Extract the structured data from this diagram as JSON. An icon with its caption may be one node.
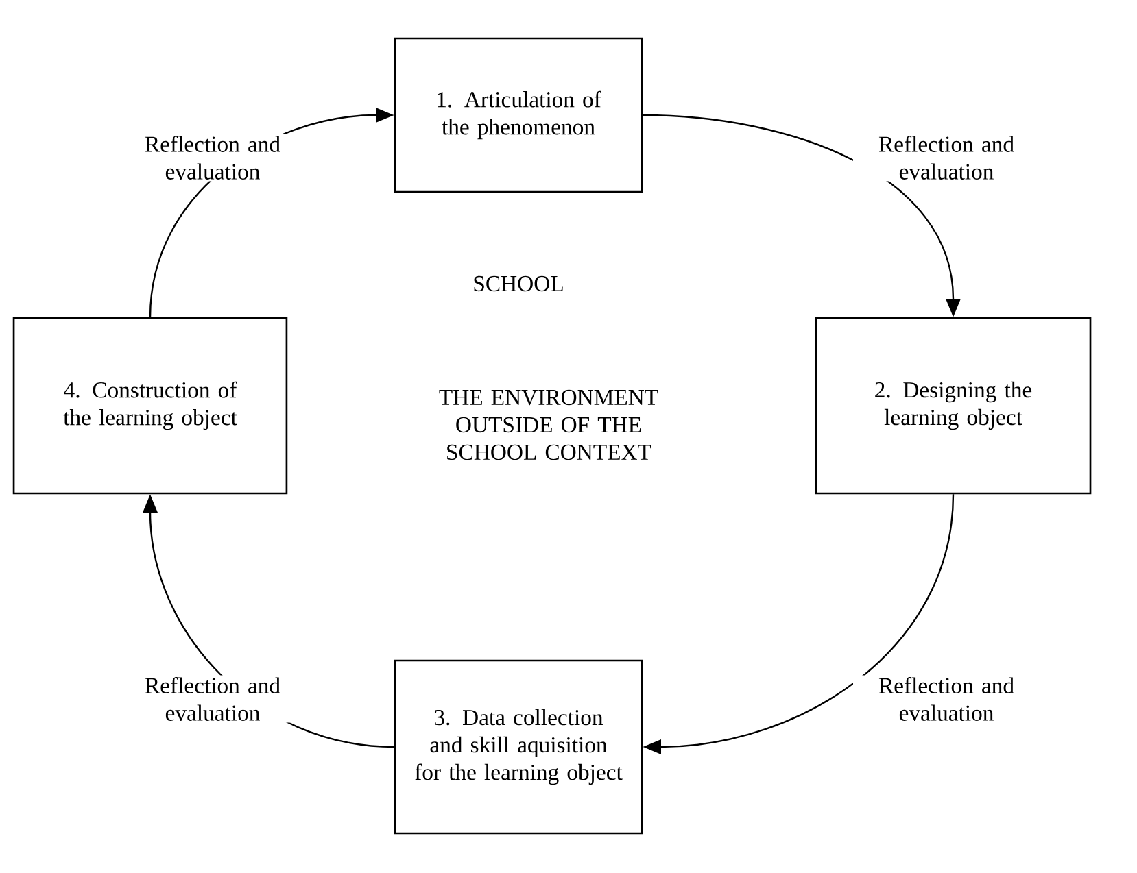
{
  "diagram": {
    "nodes": [
      {
        "text": [
          "1. Articulation of the phenomenon"
        ]
      },
      {
        "text": [
          "2. Designing the learning object"
        ]
      },
      {
        "text": [
          "3. Data collection and skill aquisition for the learning object"
        ]
      },
      {
        "text": [
          "4. Construction of the learning object"
        ]
      }
    ],
    "edges": [
      {
        "from": 0,
        "to": 1,
        "arrow": "to",
        "label": "Reflection and evaluation"
      },
      {
        "from": 1,
        "to": 2,
        "arrow": "to",
        "label": "Reflection and evaluation"
      },
      {
        "from": 2,
        "to": 3,
        "arrow": "to",
        "label": "Reflection and evaluation"
      },
      {
        "from": 3,
        "to": 0,
        "arrow": "to",
        "label": "Reflection and evaluation"
      }
    ],
    "labels": [
      "SCHOOL",
      "THE ENVIRONMENT OUTSIDE OF THE SCHOOL CONTEXT"
    ]
  }
}
